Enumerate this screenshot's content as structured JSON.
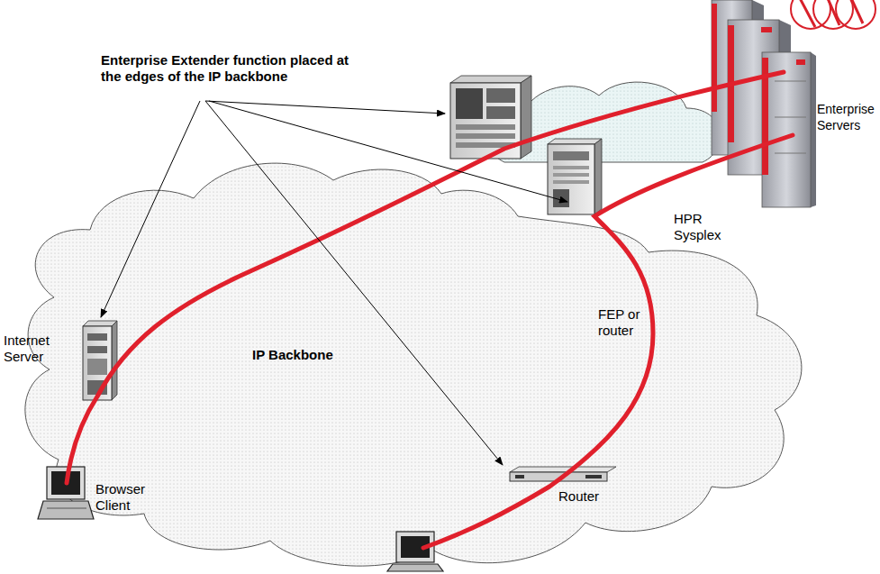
{
  "diagram": {
    "labels": [
      "Enterprise Extender function placed at the edges of the IP backbone",
      "Enterprise Servers",
      "HPR Sysplex",
      "FEP or router",
      "Internet Server",
      "IP Backbone",
      "Browser Client",
      "Router"
    ]
  }
}
